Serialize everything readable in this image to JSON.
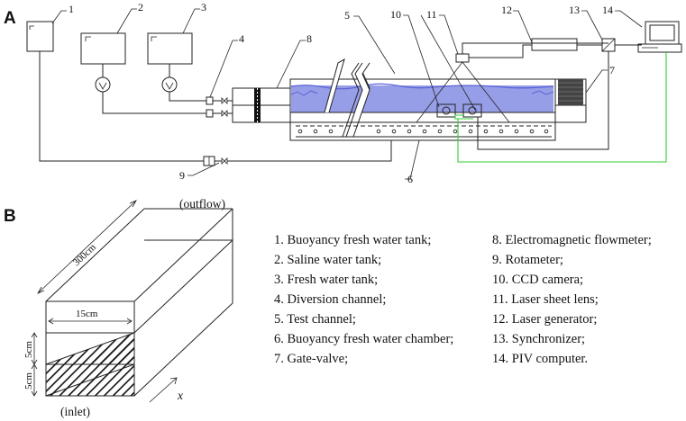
{
  "panel_a": {
    "letter": "A",
    "callouts": [
      "1",
      "2",
      "3",
      "4",
      "5",
      "6",
      "7",
      "8",
      "9",
      "10",
      "11",
      "12",
      "13",
      "14"
    ]
  },
  "panel_b": {
    "letter": "B",
    "labels": {
      "outflow": "(outflow)",
      "inlet": "(inlet)",
      "length": "300cm",
      "width": "15cm",
      "height_top": "5cm",
      "height_bottom": "5cm",
      "axis": "x"
    },
    "legend_left": [
      "1. Buoyancy  fresh water tank;",
      "2. Saline water tank;",
      "3. Fresh water tank;",
      "4. Diversion channel;",
      "5. Test channel;",
      "6. Buoyancy fresh water chamber;",
      "7. Gate-valve;"
    ],
    "legend_right": [
      "8. Electromagnetic  flowmeter;",
      "9. Rotameter;",
      "10. CCD camera;",
      "11. Laser sheet lens;",
      "12. Laser generator;",
      "13. Synchronizer;",
      "14. PIV computer."
    ]
  },
  "colors": {
    "water": "#8c93e6",
    "water_wave": "#5b63d6",
    "signal_line": "#33cc33",
    "ink": "#222222"
  }
}
